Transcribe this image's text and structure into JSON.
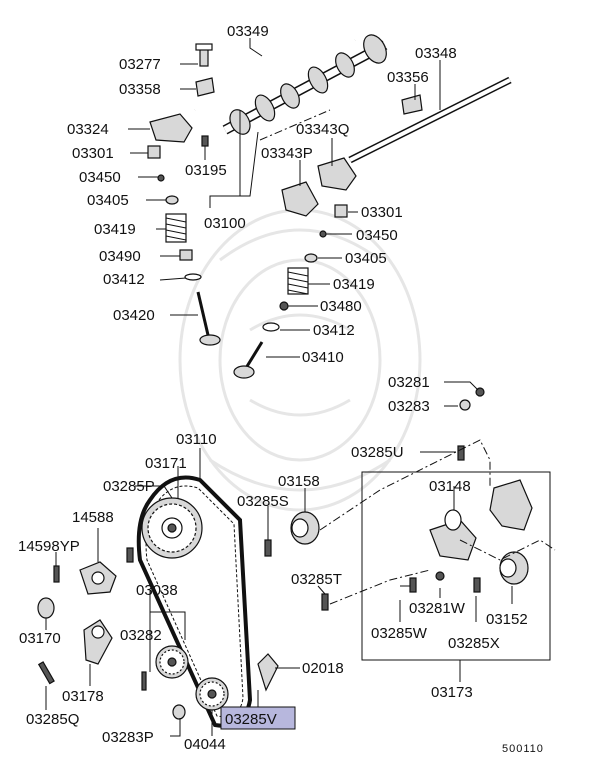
{
  "diagram": {
    "highlight_color": "#b7b7dd",
    "footer_ref": "500110",
    "labels": {
      "p03349": "03349",
      "p03348": "03348",
      "p03277": "03277",
      "p03358": "03358",
      "p03356": "03356",
      "p03324": "03324",
      "p03343Q": "03343Q",
      "p03301a": "03301",
      "p03343P": "03343P",
      "p03195": "03195",
      "p03450a": "03450",
      "p03405a": "03405",
      "p03100": "03100",
      "p03301b": "03301",
      "p03419a": "03419",
      "p03450b": "03450",
      "p03490": "03490",
      "p03405b": "03405",
      "p03412a": "03412",
      "p03419b": "03419",
      "p03420": "03420",
      "p03480": "03480",
      "p03412b": "03412",
      "p03410": "03410",
      "p03281": "03281",
      "p03283": "03283",
      "p03110": "03110",
      "p03285U": "03285U",
      "p03171": "03171",
      "p03285P": "03285P",
      "p03158": "03158",
      "p03148": "03148",
      "p14588": "14588",
      "p03285S": "03285S",
      "p14598YP": "14598YP",
      "p03285T": "03285T",
      "p03038": "03038",
      "p03281W": "03281W",
      "p03152": "03152",
      "p03170": "03170",
      "p03282": "03282",
      "p03285W": "03285W",
      "p03285X": "03285X",
      "p02018": "02018",
      "p03178": "03178",
      "p03173": "03173",
      "p03285Q": "03285Q",
      "p03285V": "03285V",
      "p03283P": "03283P",
      "p04044": "04044"
    }
  }
}
